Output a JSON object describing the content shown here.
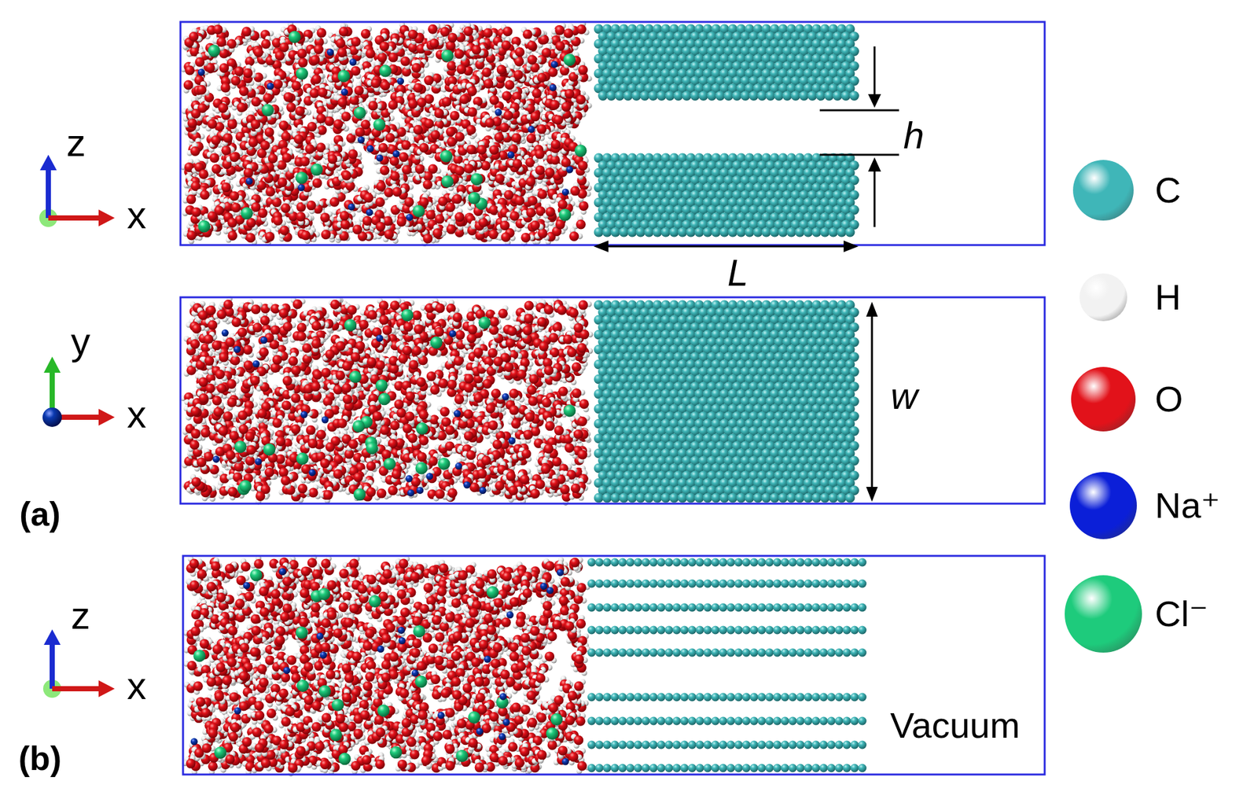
{
  "diagram": {
    "labels": [
      "z",
      "x",
      "h",
      "L",
      "y",
      "x",
      "w",
      "(a)",
      "z",
      "x",
      "(b)",
      "Vacuum"
    ],
    "legend": [
      {
        "text": "C",
        "color": "#3fb6b8"
      },
      {
        "text": "H",
        "color": "#f2f2f2"
      },
      {
        "text": "O",
        "color": "#e2121a"
      },
      {
        "text": "Na⁺",
        "color": "#0b1fd8"
      },
      {
        "text": "Cl⁻",
        "color": "#1ecb7c"
      }
    ]
  }
}
